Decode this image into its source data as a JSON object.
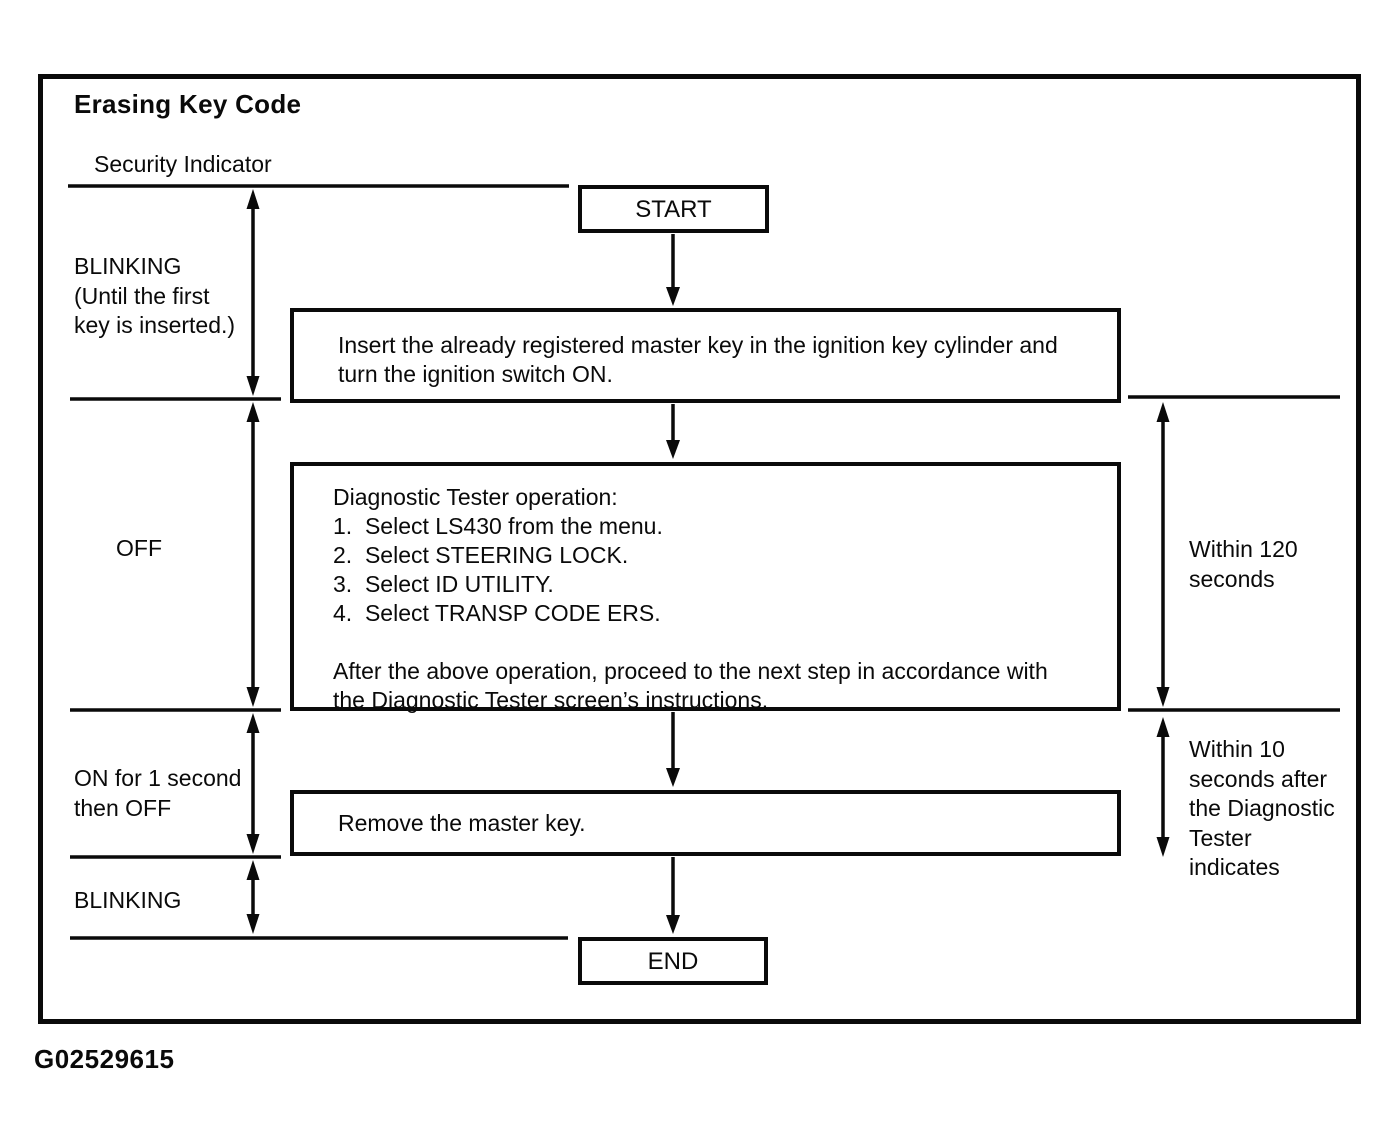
{
  "title": "Erasing Key Code",
  "figure_code": "G02529615",
  "colors": {
    "ink": "#0a0a0a",
    "paper": "#ffffff"
  },
  "timeline": {
    "axis_label": "Security Indicator",
    "state_blinking_first": "BLINKING\n(Until the first\nkey is inserted.)",
    "state_off": "OFF",
    "state_on_then_off": "ON for 1 second\nthen OFF",
    "state_blinking_end": "BLINKING"
  },
  "flow": {
    "start_label": "START",
    "end_label": "END",
    "step1_text": "Insert the already registered master key in the ignition key cylinder and\nturn the ignition switch ON.",
    "step2_heading": "Diagnostic Tester operation:",
    "step2_items": [
      "1.  Select LS430 from the menu.",
      "2.  Select STEERING LOCK.",
      "3.  Select ID UTILITY.",
      "4.  Select TRANSP CODE ERS."
    ],
    "step2_footer": "After the above operation, proceed to the next step in accordance with\nthe Diagnostic Tester screen’s instructions.",
    "step3_text": "Remove the master key."
  },
  "annotations": {
    "within_120_seconds": "Within 120\nseconds",
    "within_10_seconds": "Within 10\nseconds after\nthe Diagnostic\nTester\nindicates"
  }
}
